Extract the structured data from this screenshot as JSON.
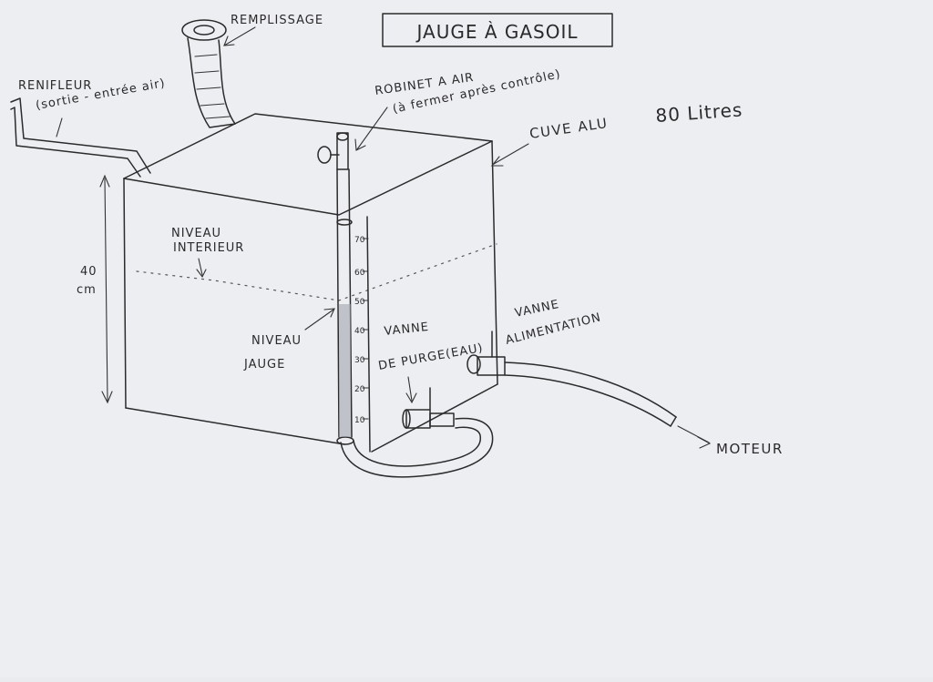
{
  "title": "JAUGE À GASOIL",
  "labels": {
    "filler": "REMPLISSAGE",
    "breather": "RENIFLEUR",
    "breather_note": "(sortie - entrée air)",
    "air_valve": "ROBINET A AIR",
    "air_valve_note": "(à fermer après contrôle)",
    "tank": "CUVE ALU",
    "tank_capacity": "80 Litres",
    "inner_level_line1": "NIVEAU",
    "inner_level_line2": "INTERIEUR",
    "height_value": "40",
    "height_unit": "cm",
    "gauge_level_line1": "NIVEAU",
    "gauge_level_line2": "JAUGE",
    "drain_valve_line1": "VANNE",
    "drain_valve_line2": "DE PURGE(EAU)",
    "feed_valve_line1": "VANNE",
    "feed_valve_line2": "ALIMENTATION",
    "engine": "MOTEUR"
  },
  "gauge_scale": [
    "70",
    "60",
    "50",
    "40",
    "30",
    "20",
    "10"
  ]
}
